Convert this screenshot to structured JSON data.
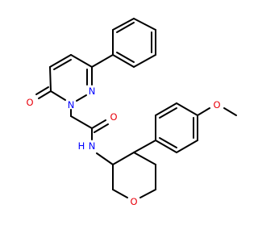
{
  "molecule": {
    "atoms": {
      "oxo_oxygen": {
        "symbol": "O",
        "color": "#e8000b"
      },
      "n1": {
        "symbol": "N",
        "color": "#0000ff"
      },
      "n2": {
        "symbol": "N",
        "color": "#0000ff"
      },
      "amide_oxygen": {
        "symbol": "O",
        "color": "#e8000b"
      },
      "amide_nh": {
        "symbol": "N",
        "color": "#0000ff"
      },
      "amide_h": {
        "symbol": "H",
        "color": "#0000ff"
      },
      "methoxy_oxygen": {
        "symbol": "O",
        "color": "#e8000b"
      },
      "ring_oxygen": {
        "symbol": "O",
        "color": "#e8000b"
      }
    },
    "bond_color": "#000000"
  }
}
